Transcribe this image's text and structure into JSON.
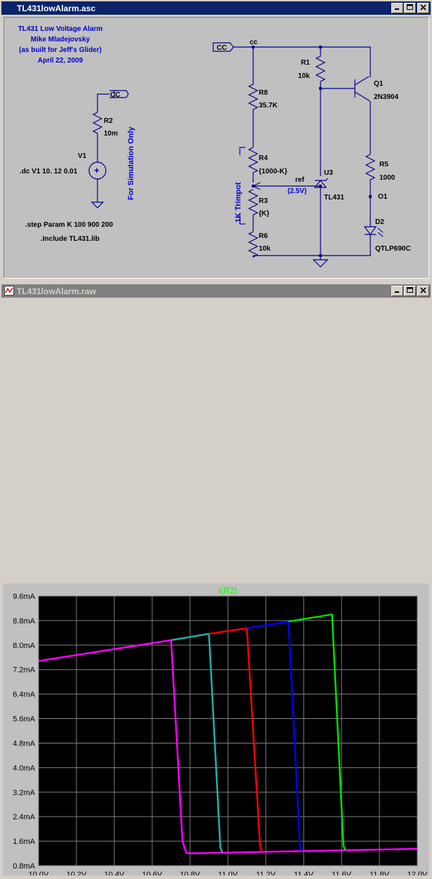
{
  "schematic_window": {
    "title": "TL431lowAlarm.asc",
    "notes": {
      "line1": "TL431 Low Voltage Alarm",
      "line2": "Mike Mladejovsky",
      "line3": "(as built for Jeff's Glider)",
      "line4": "April 22, 2009"
    },
    "sim_only": "For Simulation Only",
    "trimpot_label": "1K Trimpot",
    "directives": {
      "step": ".step Param K 100 900 200",
      "include": ".Include TL431.lib",
      "dc": ".dc V1 10. 12 0.01"
    },
    "flags": {
      "cc_left": "CC",
      "cc_right": "CC",
      "cc_net": "cc",
      "ref_net": "ref",
      "ref_value": "(2.5V)",
      "o1_net": "O1"
    },
    "components": {
      "r2": {
        "name": "R2",
        "value": "10m"
      },
      "v1": {
        "name": "V1"
      },
      "r8": {
        "name": "R8",
        "value": "35.7K"
      },
      "r4": {
        "name": "R4",
        "value": "{1000-K}"
      },
      "r3": {
        "name": "R3",
        "value": "{K}"
      },
      "r6": {
        "name": "R6",
        "value": "10k"
      },
      "r1": {
        "name": "R1",
        "value": "10k"
      },
      "u3": {
        "name": "U3",
        "value": "TL431"
      },
      "q1": {
        "name": "Q1",
        "value": "2N3904"
      },
      "r5": {
        "name": "R5",
        "value": "1000"
      },
      "d2": {
        "name": "D2",
        "value": "QTLP690C"
      }
    }
  },
  "waveform_window": {
    "title": "TL431lowAlarm.raw"
  },
  "chart_data": {
    "type": "line",
    "title": "I(R2)",
    "xlim": [
      10.0,
      12.0
    ],
    "ylim": [
      0.8,
      9.6
    ],
    "xticks": [
      "10.0V",
      "10.2V",
      "10.4V",
      "10.6V",
      "10.8V",
      "11.0V",
      "11.2V",
      "11.4V",
      "11.6V",
      "11.8V",
      "12.0V"
    ],
    "yticks": [
      "9.6mA",
      "8.8mA",
      "8.0mA",
      "7.2mA",
      "6.4mA",
      "5.6mA",
      "4.8mA",
      "4.0mA",
      "3.2mA",
      "2.4mA",
      "1.6mA",
      "0.8mA"
    ],
    "grid": true,
    "colors": {
      "background": "#000000",
      "grid": "#808080",
      "title": "#00ff00"
    },
    "series": [
      {
        "color": "#ff00ff",
        "points": [
          [
            10.0,
            7.48
          ],
          [
            10.7,
            8.16
          ],
          [
            10.76,
            1.6
          ],
          [
            10.78,
            1.22
          ],
          [
            10.8,
            1.2
          ],
          [
            12.0,
            1.35
          ]
        ]
      },
      {
        "color": "#20b2aa",
        "points": [
          [
            10.7,
            8.16
          ],
          [
            10.9,
            8.37
          ],
          [
            10.96,
            1.4
          ],
          [
            10.97,
            1.23
          ]
        ]
      },
      {
        "color": "#ff0000",
        "points": [
          [
            10.9,
            8.37
          ],
          [
            11.1,
            8.55
          ],
          [
            11.17,
            1.45
          ],
          [
            11.18,
            1.25
          ]
        ]
      },
      {
        "color": "#0000ff",
        "points": [
          [
            11.1,
            8.55
          ],
          [
            11.32,
            8.77
          ],
          [
            11.38,
            1.45
          ],
          [
            11.39,
            1.27
          ]
        ]
      },
      {
        "color": "#00e000",
        "points": [
          [
            11.32,
            8.77
          ],
          [
            11.55,
            9.0
          ],
          [
            11.61,
            1.45
          ],
          [
            11.62,
            1.3
          ]
        ]
      }
    ]
  }
}
